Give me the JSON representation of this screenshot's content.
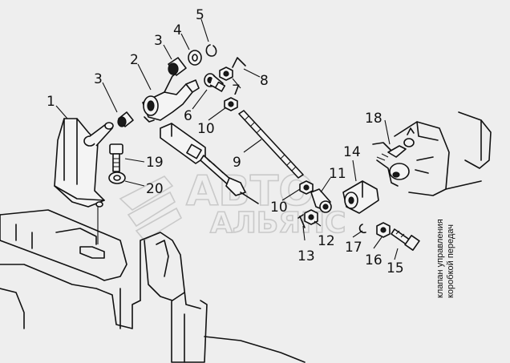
{
  "callouts": [
    {
      "id": "1",
      "label": "1"
    },
    {
      "id": "2",
      "label": "2"
    },
    {
      "id": "3a",
      "label": "3"
    },
    {
      "id": "3b",
      "label": "3"
    },
    {
      "id": "4",
      "label": "4"
    },
    {
      "id": "5",
      "label": "5"
    },
    {
      "id": "6",
      "label": "6"
    },
    {
      "id": "7",
      "label": "7"
    },
    {
      "id": "8",
      "label": "8"
    },
    {
      "id": "9",
      "label": "9"
    },
    {
      "id": "10a",
      "label": "10"
    },
    {
      "id": "10b",
      "label": "10"
    },
    {
      "id": "11",
      "label": "11"
    },
    {
      "id": "12",
      "label": "12"
    },
    {
      "id": "13",
      "label": "13"
    },
    {
      "id": "14",
      "label": "14"
    },
    {
      "id": "15",
      "label": "15"
    },
    {
      "id": "16",
      "label": "16"
    },
    {
      "id": "17",
      "label": "17"
    },
    {
      "id": "18",
      "label": "18"
    },
    {
      "id": "19",
      "label": "19"
    },
    {
      "id": "20",
      "label": "20"
    }
  ],
  "side_label": {
    "line1": "клапан управления",
    "line2": "коробкой передач"
  },
  "watermark": {
    "line1": "АВТО",
    "line2": "АЛЬЯНС"
  }
}
